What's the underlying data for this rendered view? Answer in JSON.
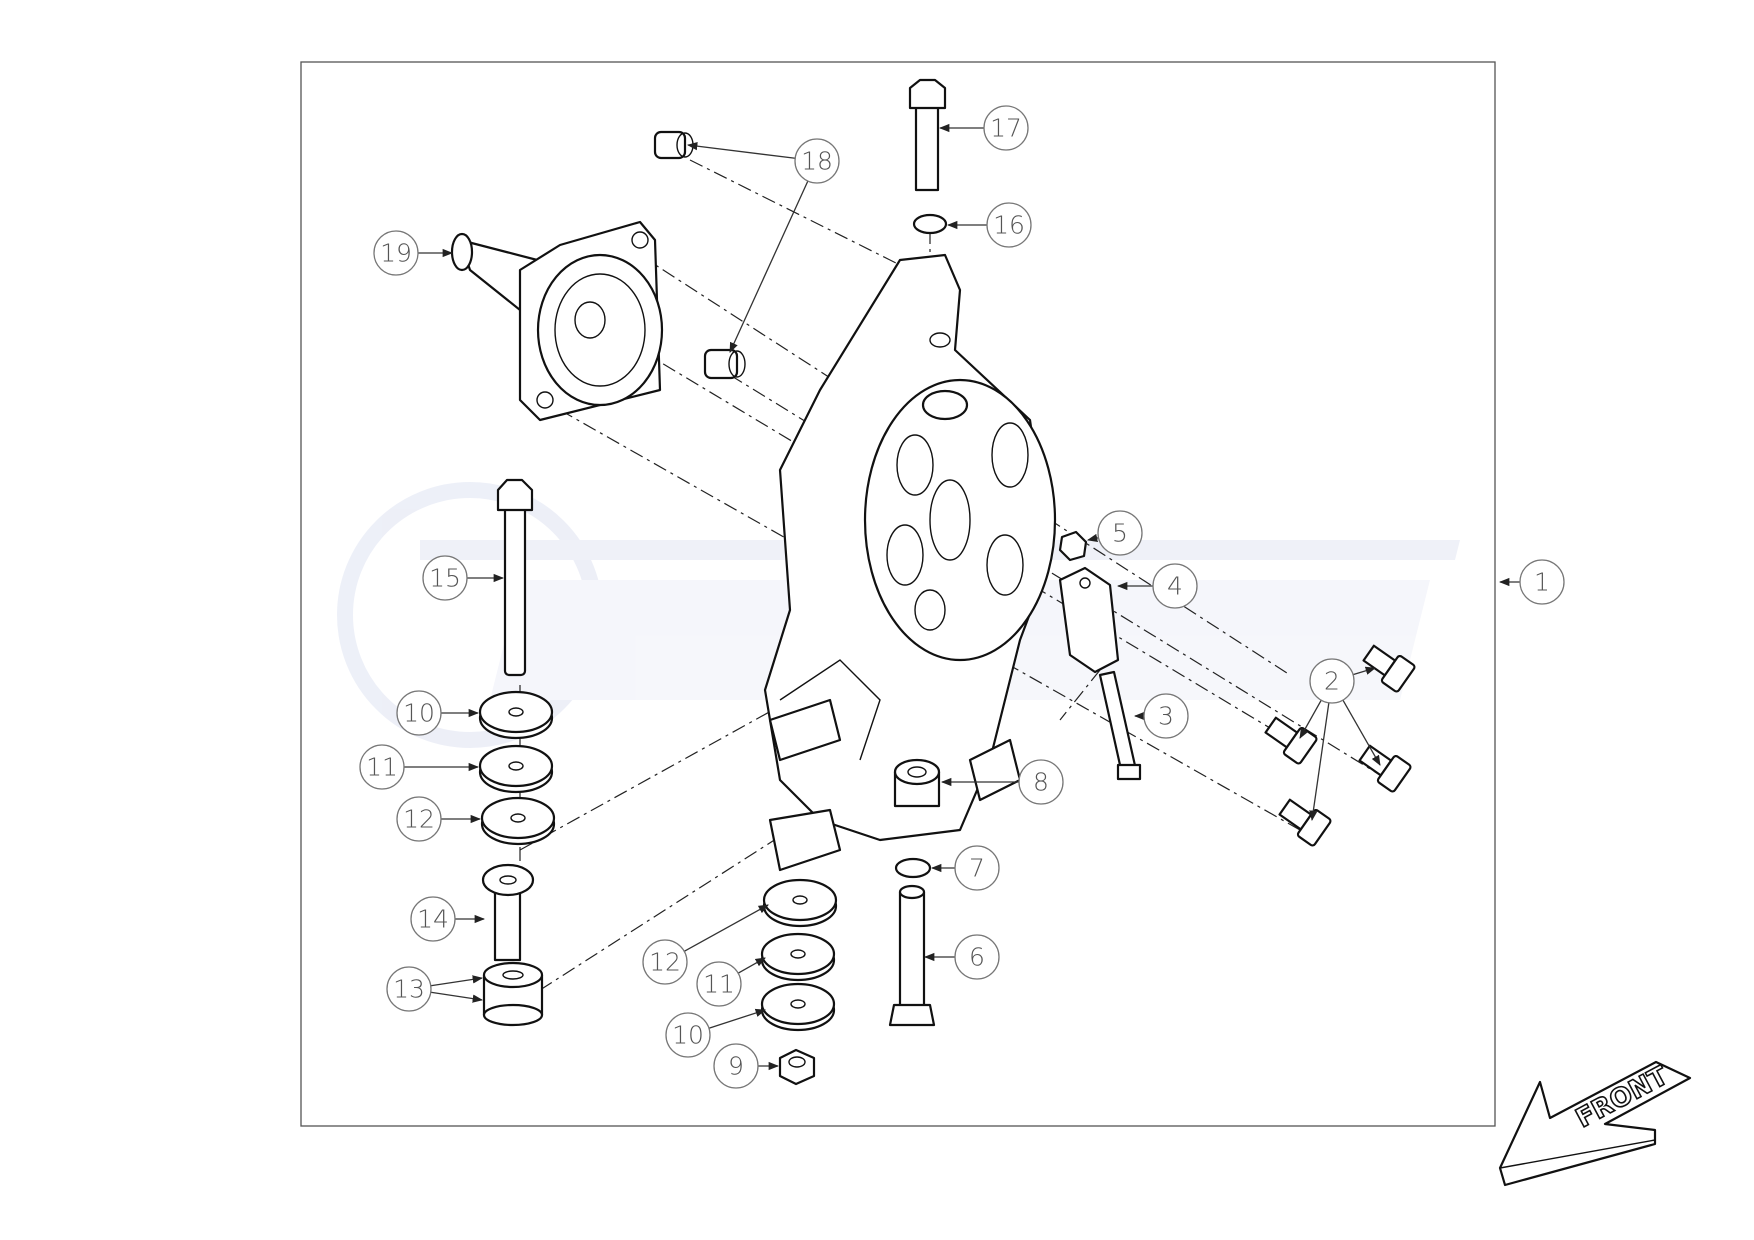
{
  "diagram": {
    "type": "exploded-parts-view",
    "callouts": [
      "1",
      "2",
      "3",
      "4",
      "5",
      "6",
      "7",
      "8",
      "9",
      "10",
      "10",
      "11",
      "11",
      "12",
      "12",
      "13",
      "14",
      "15",
      "16",
      "17",
      "18",
      "19"
    ],
    "front_label": "FRONT",
    "colors": {
      "line": "#111111",
      "callout": "#777777",
      "watermark": "#dfe3f2"
    }
  }
}
